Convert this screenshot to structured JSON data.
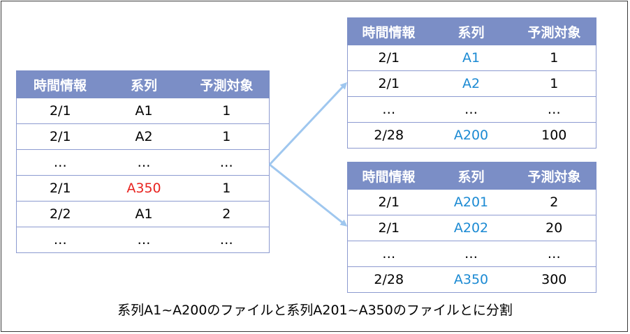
{
  "headers": [
    "時間情報",
    "系列",
    "予測対象"
  ],
  "source_table": {
    "rows": [
      {
        "time": "2/1",
        "series": "A1",
        "target": "1",
        "series_color": "black"
      },
      {
        "time": "2/1",
        "series": "A2",
        "target": "1",
        "series_color": "black"
      },
      {
        "time": "…",
        "series": "…",
        "target": "…",
        "series_color": "black"
      },
      {
        "time": "2/1",
        "series": "A350",
        "target": "1",
        "series_color": "red"
      },
      {
        "time": "2/2",
        "series": "A1",
        "target": "2",
        "series_color": "black"
      },
      {
        "time": "…",
        "series": "…",
        "target": "…",
        "series_color": "black"
      }
    ]
  },
  "split_table_1": {
    "rows": [
      {
        "time": "2/1",
        "series": "A1",
        "target": "1",
        "series_color": "blue"
      },
      {
        "time": "2/1",
        "series": "A2",
        "target": "1",
        "series_color": "blue"
      },
      {
        "time": "…",
        "series": "…",
        "target": "…",
        "series_color": "black"
      },
      {
        "time": "2/28",
        "series": "A200",
        "target": "100",
        "series_color": "blue"
      }
    ]
  },
  "split_table_2": {
    "rows": [
      {
        "time": "2/1",
        "series": "A201",
        "target": "2",
        "series_color": "blue"
      },
      {
        "time": "2/1",
        "series": "A202",
        "target": "20",
        "series_color": "blue"
      },
      {
        "time": "…",
        "series": "…",
        "target": "…",
        "series_color": "black"
      },
      {
        "time": "2/28",
        "series": "A350",
        "target": "300",
        "series_color": "blue"
      }
    ]
  },
  "caption": "系列A1~A200のファイルと系列A201~A350のファイルとに分割",
  "colors": {
    "header_bg": "#7b8ec6",
    "border": "#8c9ad0",
    "arrow": "#9fc7ef",
    "highlight_red": "#e8231f",
    "highlight_blue": "#1b8ad3"
  }
}
